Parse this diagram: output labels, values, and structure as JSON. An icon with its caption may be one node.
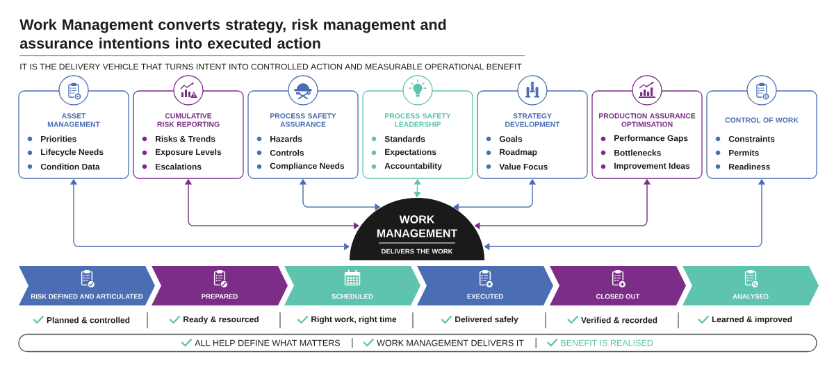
{
  "diagram": {
    "title": "Work Management converts strategy, risk management and assurance intentions into executed action",
    "nodes": [
      {
        "text": [
          "ASSET MANAGEMENT",
          "Priorities",
          "Lifecycle Needs",
          "Condition Data"
        ]
      },
      {
        "text": [
          "CUMULATIVE RISK REPORTING",
          "Risks & Trends",
          "Exposure Levels",
          "Escalations"
        ]
      },
      {
        "text": [
          "PROCESS SAFETY ASSURANCE",
          "Hazards",
          "Controls",
          "Compliance Needs"
        ]
      },
      {
        "text": [
          "PROCESS SAFETY LEADERSHIP",
          "Standards",
          "Expectations",
          "Accountability"
        ]
      },
      {
        "text": [
          "STRATEGY DEVELOPMENT",
          "Goals",
          "Roadmap",
          "Value Focus"
        ]
      },
      {
        "text": [
          "PRODUCTION ASSURANCE OPTIMISATION",
          "Performance Gaps",
          "Bottlenecks",
          "Improvement Ideas"
        ]
      },
      {
        "text": [
          "CONTROL OF WORK",
          "Constraints",
          "Permits",
          "Readiness"
        ]
      },
      {
        "text": [
          "WORK MANAGEMENT",
          "DELIVERS THE WORK"
        ]
      },
      {
        "text": [
          "RISK DEFINED AND ARTICULATED"
        ],
        "beside": [
          "Planned & controlled"
        ]
      },
      {
        "text": [
          "PREPARED"
        ],
        "beside": [
          "Ready & resourced"
        ]
      },
      {
        "text": [
          "SCHEDULED"
        ],
        "beside": [
          "Right work, right time"
        ]
      },
      {
        "text": [
          "EXECUTED"
        ],
        "beside": [
          "Delivered safely"
        ]
      },
      {
        "text": [
          "CLOSED OUT"
        ],
        "beside": [
          "Verified & recorded"
        ]
      },
      {
        "text": [
          "ANALYSED"
        ],
        "beside": [
          "Learned & improved"
        ]
      },
      {
        "text": [
          "ALL HELP DEFINE WHAT MATTERS",
          "WORK MANAGEMENT DELIVERS IT",
          "BENEFIT IS REALISED"
        ]
      }
    ],
    "edges": [
      {
        "from": 0,
        "to": 7,
        "arrow": "both"
      },
      {
        "from": 1,
        "to": 7,
        "arrow": "both",
        "color": "#7b2d88"
      },
      {
        "from": 2,
        "to": 7,
        "arrow": "both"
      },
      {
        "from": 3,
        "to": 7,
        "arrow": "both",
        "color": "#5ec3af"
      },
      {
        "from": 4,
        "to": 7,
        "arrow": "both"
      },
      {
        "from": 5,
        "to": 7,
        "arrow": "both",
        "color": "#7b2d88"
      },
      {
        "from": 6,
        "to": 7,
        "arrow": "both"
      }
    ],
    "labels": [
      "IT IS THE DELIVERY VEHICLE THAT TURNS INTENT INTO CONTROLLED ACTION AND MEASURABLE OPERATIONAL BENEFIT"
    ]
  }
}
